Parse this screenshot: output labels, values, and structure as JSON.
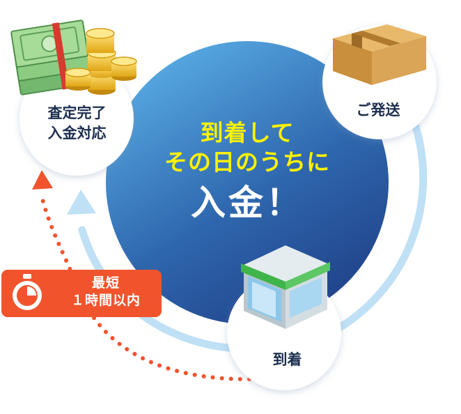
{
  "center": {
    "line1": "到着して",
    "line2": "その日のうちに",
    "line3": "入金！"
  },
  "nodes": {
    "completed": {
      "line1": "査定完了",
      "line2": "入金対応"
    },
    "shipping": {
      "label": "ご発送"
    },
    "arrival": {
      "label": "到着"
    }
  },
  "badge": {
    "line1": "最短",
    "line2": "１時間以内"
  },
  "colors": {
    "circle_light": "#5aaee6",
    "circle_dark": "#1f3f86",
    "yellow_text": "#fff200",
    "cycle_arrow": "#bfe0f5",
    "orange": "#f1542d",
    "label_text": "#1d2f4f"
  },
  "icons": [
    "money-stack-icon",
    "cardboard-box-icon",
    "store-building-icon",
    "stopwatch-icon"
  ]
}
